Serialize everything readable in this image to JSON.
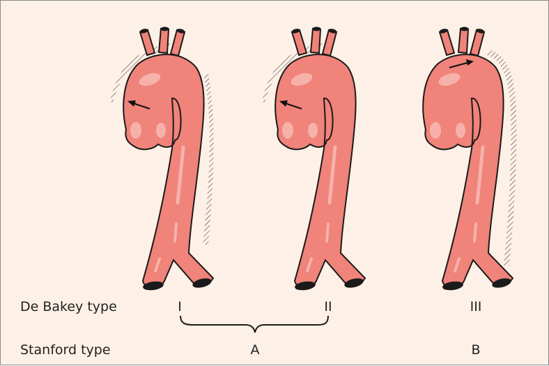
{
  "row_labels": {
    "debakey": "De Bakey type",
    "stanford": "Stanford type"
  },
  "debakey_types": [
    "I",
    "II",
    "III"
  ],
  "stanford_types": [
    "A",
    "B"
  ],
  "colors": {
    "background": "#fdf0e6",
    "aorta_fill": "#f0837a",
    "aorta_highlight": "#f6b2aa",
    "outline": "#1a1a1a",
    "lumen": "#1a1a1a"
  }
}
